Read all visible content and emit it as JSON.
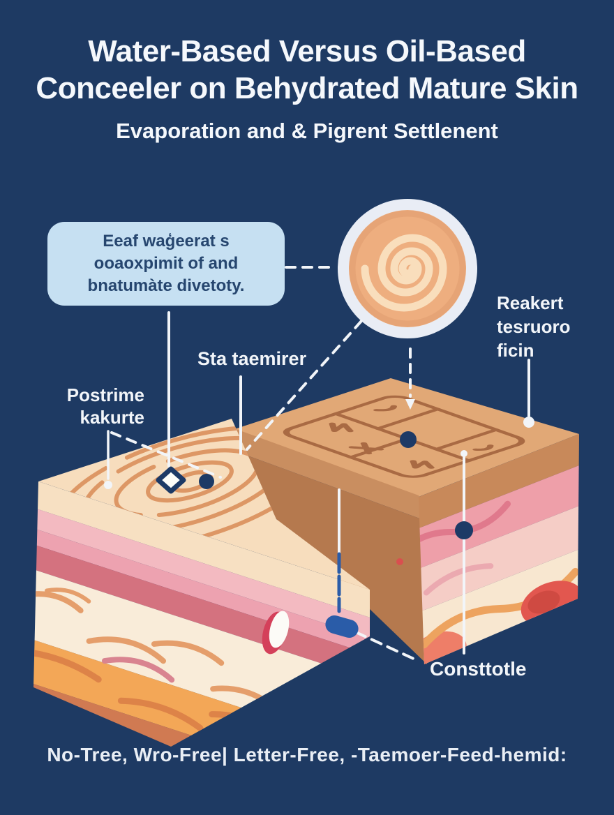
{
  "header": {
    "title_line1": "Water-Based Versus Oil-Based",
    "title_line2": "Conceeler on Behydrated Mature Skin",
    "subtitle": "Evaporation and & Pigrent Settlenent"
  },
  "callout": {
    "lines": [
      "Eeaf waģeerat s",
      "ooaoxpimit of and",
      "bnatumàte divetoty."
    ]
  },
  "labels": {
    "top_right": [
      "Reakert",
      "tesruoro",
      "ficin"
    ],
    "surface": "Sta taemirer",
    "left": [
      "Postrime",
      "kakurte"
    ],
    "bottom": "Consttotle"
  },
  "footer": {
    "text": "No-Tree, Wro-Free| Letter-Free, -Taemoer-Feed-hemid:"
  },
  "colors": {
    "navy_bg": "#1e3a63",
    "text_light": "#f5f8fc",
    "callout_bg": "#c6e0f2",
    "callout_text": "#26466f",
    "marker_navy": "#1d3a66",
    "capsule_blue": "#2a5ca8",
    "line_white": "#f2f5f9",
    "pot_rim": "#e9edf5",
    "pot_fill": "#eeae7f",
    "pot_swirl": "#f9debc",
    "left_block_top": "#f7ddbd",
    "right_block_top": "#e1a876",
    "band_rose": "#d4727f",
    "band_orange": "#f3a757",
    "blob_red": "#e2574f",
    "egg_red": "#d4405a"
  }
}
